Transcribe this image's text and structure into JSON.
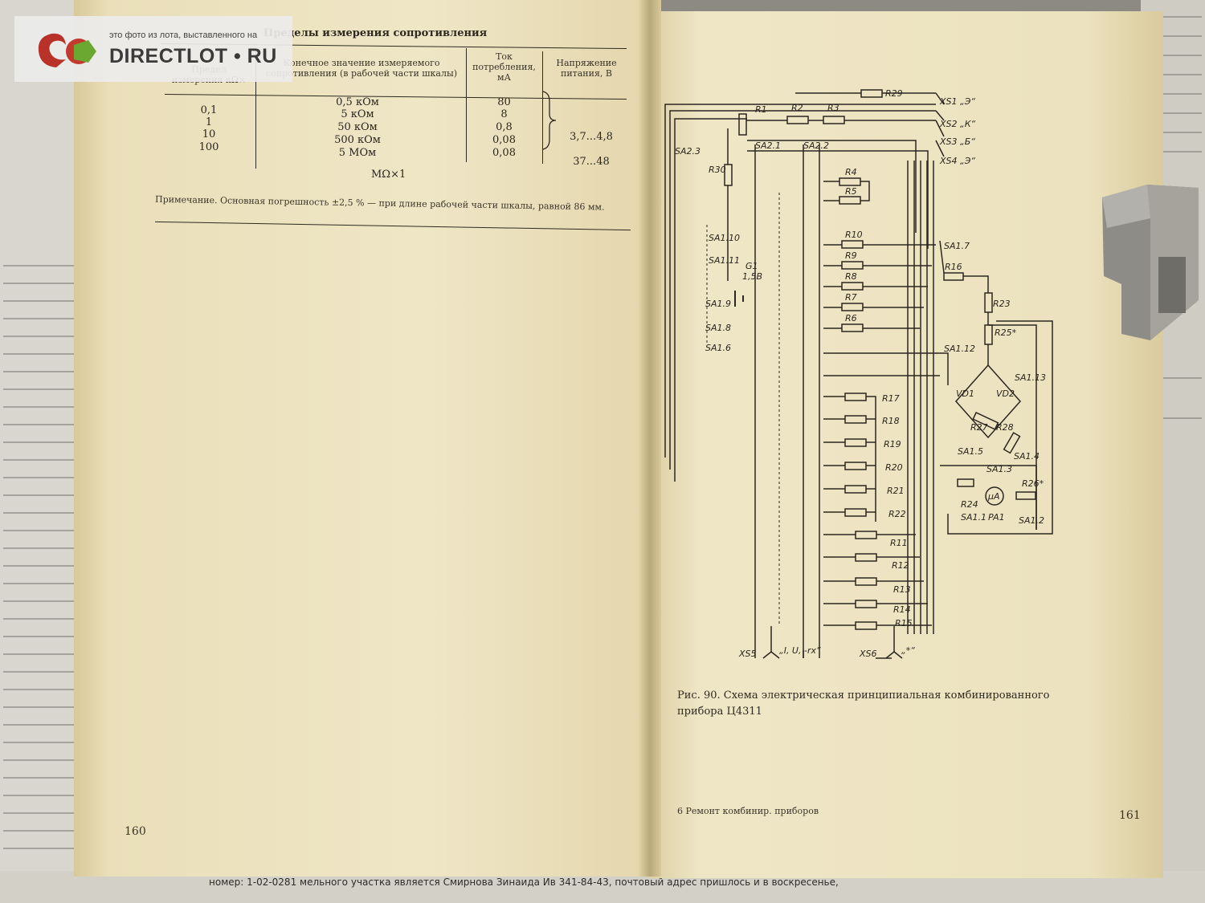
{
  "watermark": {
    "caption": "это фото из лота, выставленного на",
    "brand": "DIRECTLOT • RU"
  },
  "left_page": {
    "table_title": "Пределы измерения сопротивления",
    "headers": {
      "limit": "Предел измерения кΩ×",
      "final_value": "Конечное значение измеряемого сопротивления (в рабочей части шкалы)",
      "current": "Ток потребления, мА",
      "voltage": "Напряжение питания, В"
    },
    "rows": [
      {
        "limit": "0,1",
        "final_value": "0,5 кОм",
        "current": "80"
      },
      {
        "limit": "1",
        "final_value": "5 кОм",
        "current": "8"
      },
      {
        "limit": "10",
        "final_value": "50 кОм",
        "current": "0,8"
      },
      {
        "limit": "100",
        "final_value": "500 кОм",
        "current": "0,08"
      },
      {
        "limit": "",
        "final_value": "5 МОм",
        "current": "0,08"
      }
    ],
    "voltage_values": [
      "3,7...4,8",
      "37...48"
    ],
    "scale_label": "MΩ×1",
    "note": "Примечание. Основная погрешность ±2,5 % — при длине рабочей части шкалы, равной 86 мм.",
    "page_number": "160"
  },
  "right_page": {
    "caption": "Рис. 90. Схема электрическая принципиальная комбинированного прибора Ц4311",
    "footer": "6 Ремонт комбинир. приборов",
    "page_number": "161",
    "schematic": {
      "switch_labels": [
        "SA2.3",
        "SA2.1",
        "SA2.2",
        "SA1.10",
        "SA1.11",
        "SA1.9",
        "SA1.8",
        "SA1.6",
        "SA1.7",
        "SA1.12",
        "SA1.13",
        "SA1.5",
        "SA1.4",
        "SA1.3",
        "SA1.1",
        "SA1.2"
      ],
      "resistor_labels": [
        "R1",
        "R2",
        "R3",
        "R29",
        "R30",
        "R4",
        "R5",
        "R10",
        "R9",
        "R8",
        "R7",
        "R6",
        "R16",
        "R23",
        "R25*",
        "R17",
        "R18",
        "R19",
        "R20",
        "R21",
        "R22",
        "R27",
        "R28",
        "R11",
        "R12",
        "R13",
        "R14",
        "R15",
        "R24",
        "R26*"
      ],
      "connectors": [
        "XS1 „Э“",
        "XS2 „К“",
        "XS3 „Б“",
        "XS4 „Э“"
      ],
      "other_labels": [
        "G1",
        "1,5В",
        "VD1",
        "VD2",
        "μA",
        "PA1"
      ],
      "bottom_labels": [
        "XS5",
        "„I, U, -rx“",
        "XS6",
        "„*“"
      ]
    }
  },
  "bottom_news": "номер: 1-02-0281   мельного участка является Смирнова Зинаида Ив   341-84-43, почтовый адрес   пришлось и в воскресенье,"
}
